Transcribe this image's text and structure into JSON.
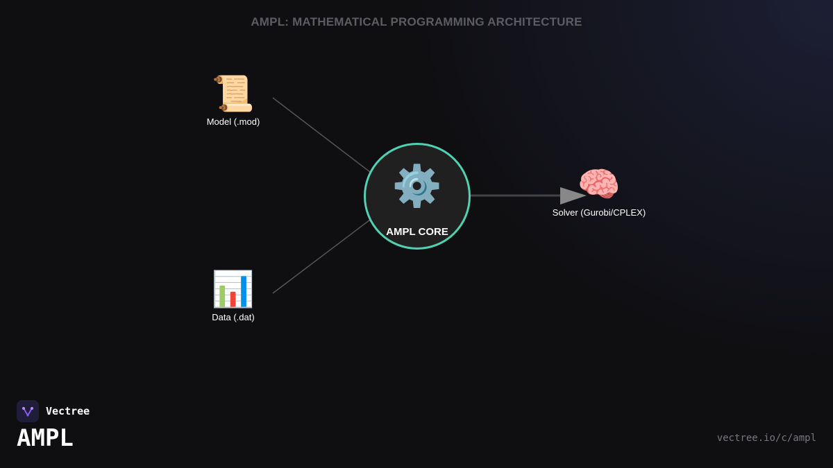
{
  "title": "AMPL: MATHEMATICAL PROGRAMMING ARCHITECTURE",
  "nodes": {
    "model": {
      "icon": "scroll-icon",
      "glyph": "📜",
      "label": "Model (.mod)"
    },
    "data": {
      "icon": "bar-chart-icon",
      "glyph": "📊",
      "label": "Data (.dat)"
    },
    "core": {
      "icon": "gear-icon",
      "glyph": "⚙️",
      "label": "AMPL CORE"
    },
    "solver": {
      "icon": "brain-icon",
      "glyph": "🧠",
      "label": "Solver (Gurobi/CPLEX)"
    }
  },
  "edges": [
    {
      "from": "model",
      "to": "core",
      "arrow": false
    },
    {
      "from": "data",
      "to": "core",
      "arrow": false
    },
    {
      "from": "core",
      "to": "solver",
      "arrow": true
    }
  ],
  "colors": {
    "accent": "#4fd1b2",
    "edge": "#555555",
    "arrow": "#888888",
    "background": "#0f0f12"
  },
  "branding": {
    "brand_name": "Vectree",
    "logo_icon": "vectree-logo-icon",
    "product": "AMPL",
    "url": "vectree.io/c/ampl"
  }
}
